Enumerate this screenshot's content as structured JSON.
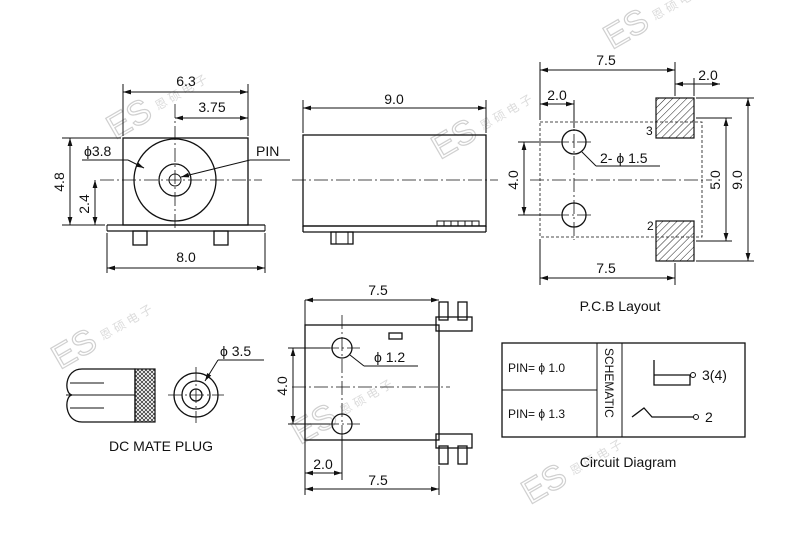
{
  "front_view": {
    "dim_top": "6.3",
    "dim_pin_offset": "3.75",
    "dim_height": "4.8",
    "dim_pin_height": "2.4",
    "dim_bottom": "8.0",
    "dim_diameter": "ϕ3.8",
    "pin_label": "PIN"
  },
  "side_view": {
    "dim_length": "9.0"
  },
  "pcb_layout": {
    "dim_top": "7.5",
    "dim_pad_width": "2.0",
    "dim_hole_offset": "2.0",
    "dim_hole_spacing": "4.0",
    "dim_pad_spacing": "5.0",
    "dim_total_height": "9.0",
    "dim_bottom": "7.5",
    "hole_callout": "2- ϕ 1.5",
    "pad_3": "3",
    "pad_2": "2",
    "caption": "P.C.B Layout"
  },
  "bottom_view": {
    "dim_top": "7.5",
    "dim_hole_spacing": "4.0",
    "dim_offset": "2.0",
    "dim_bottom": "7.5",
    "hole_callout": "ϕ 1.2"
  },
  "mate_plug": {
    "dim_diameter": "ϕ 3.5",
    "caption": "DC MATE PLUG"
  },
  "circuit": {
    "pin_1": "PIN= ϕ 1.0",
    "pin_2": "PIN= ϕ 1.3",
    "schematic": "SCHEMATIC",
    "terminal_a": "3(4)",
    "terminal_b": "2",
    "caption": "Circuit Diagram"
  },
  "watermark": {
    "logo": "ES",
    "text": "恩 硕 电 子"
  }
}
